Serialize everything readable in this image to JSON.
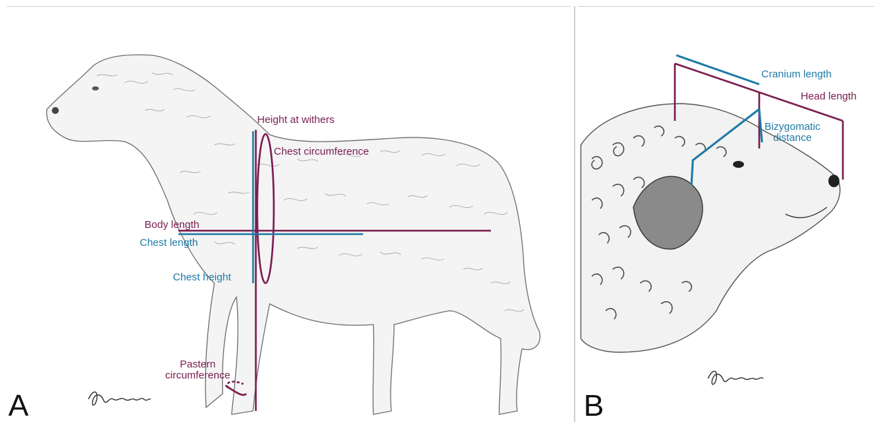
{
  "panels": [
    {
      "letter": "A"
    },
    {
      "letter": "B"
    }
  ],
  "labels_a": {
    "height_at_withers": "Height at withers",
    "chest_circumference": "Chest circumference",
    "body_length": "Body length",
    "chest_length": "Chest length",
    "chest_height": "Chest height",
    "pastern_line1": "Pastern",
    "pastern_line2": "circumference"
  },
  "labels_b": {
    "cranium_length": "Cranium length",
    "head_length": "Head length",
    "bizygomatic_line1": "Bizygomatic",
    "bizygomatic_line2": "distance"
  },
  "colors": {
    "maroon": "#7a1d4f",
    "blue": "#1e7aa6"
  }
}
